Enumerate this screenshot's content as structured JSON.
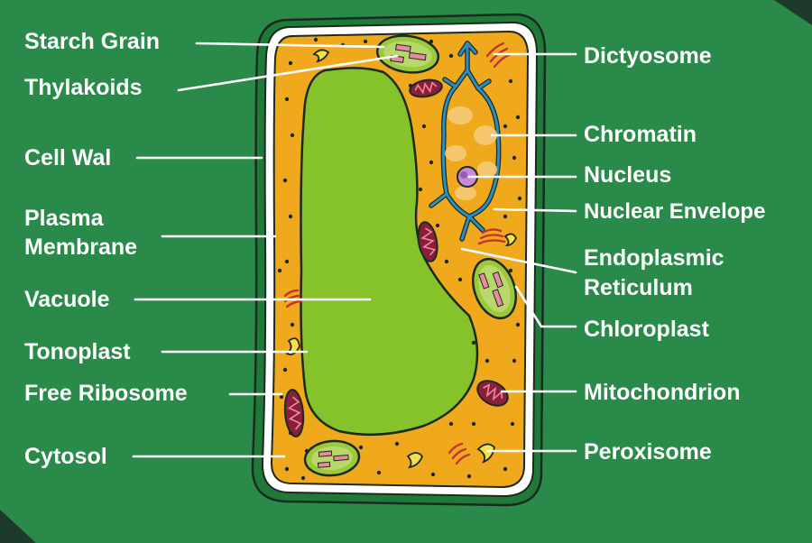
{
  "colors": {
    "background": "#2a8a4a",
    "corner": "#1e3a2a",
    "cell_wall_outer": "#1f7a3a",
    "cell_wall_white": "#ffffff",
    "cytoplasm": "#f0a81c",
    "vacuole": "#86c22a",
    "outline": "#1b2a1e",
    "nucleus_line": "#2c6e9a",
    "chloroplast": "#9cc83c",
    "thylakoid": "#e88aa0",
    "mitochondrion": "#8a1f3a",
    "peroxisome": "#f5e04a",
    "label_text": "#ffffff"
  },
  "labels": {
    "starch_grain": "Starch Grain",
    "thylakoids": "Thylakoids",
    "cell_wall": "Cell Wal",
    "plasma_membrane_1": "Plasma",
    "plasma_membrane_2": "Membrane",
    "vacuole": "Vacuole",
    "tonoplast": "Tonoplast",
    "free_ribosome": "Free Ribosome",
    "cytosol": "Cytosol",
    "dictyosome": "Dictyosome",
    "chromatin": "Chromatin",
    "nucleus": "Nucleus",
    "nuclear_envelope": "Nuclear Envelope",
    "endoplasmic_reticulum_1": "Endoplasmic",
    "endoplasmic_reticulum_2": "Reticulum",
    "chloroplast": "Chloroplast",
    "mitochondrion": "Mitochondrion",
    "peroxisome": "Peroxisome"
  }
}
